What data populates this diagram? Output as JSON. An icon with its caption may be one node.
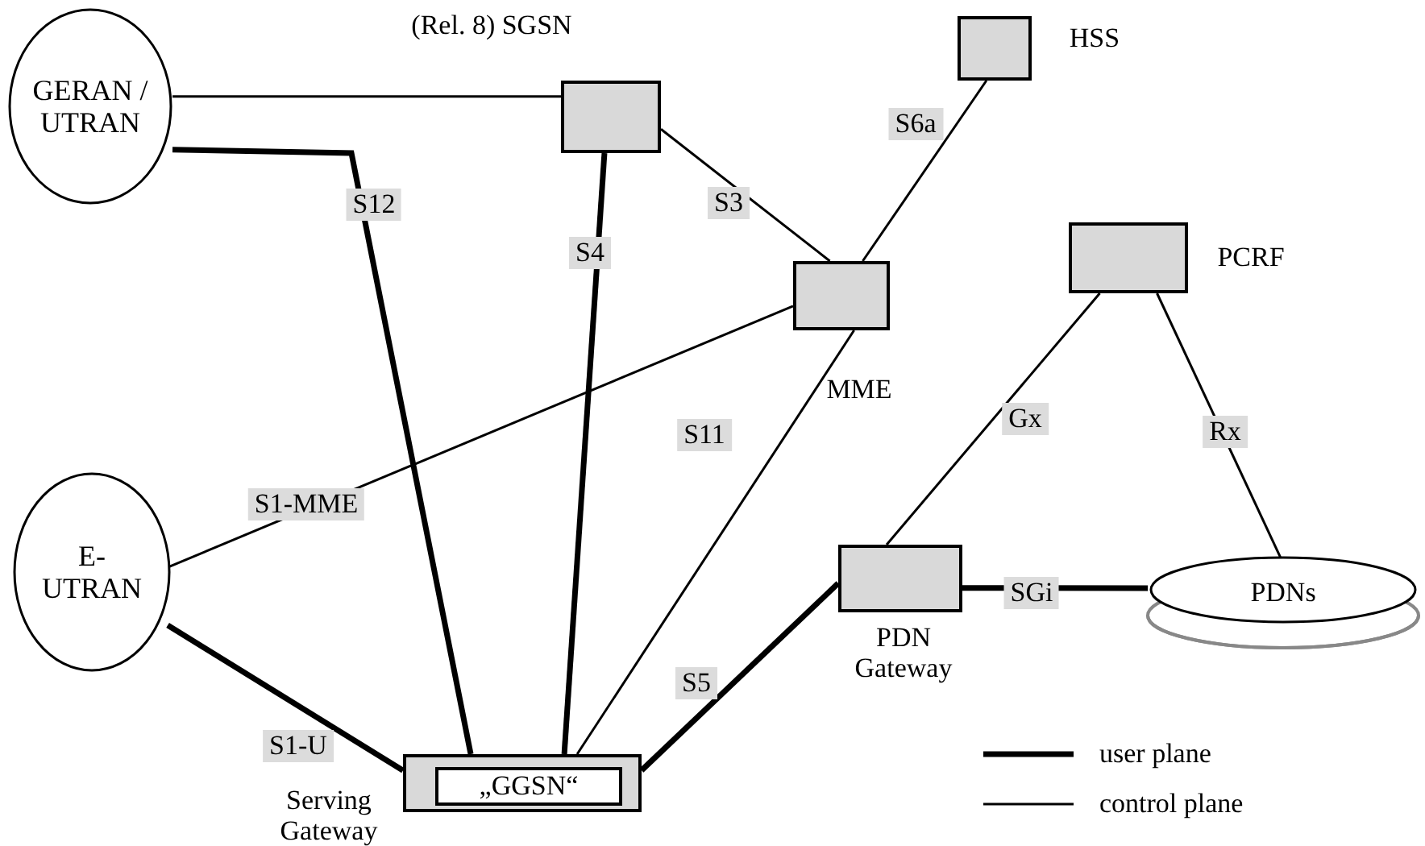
{
  "diagram": {
    "nodes": [
      {
        "text": [
          "GERAN / UTRAN"
        ]
      },
      {
        "text": [
          "(Rel. 8) SGSN"
        ]
      },
      {
        "text": [
          "HSS"
        ]
      },
      {
        "text": [
          "MME"
        ]
      },
      {
        "text": [
          "PCRF"
        ]
      },
      {
        "text": [
          "E-UTRAN"
        ]
      },
      {
        "text": [
          "Serving Gateway"
        ]
      },
      {
        "text": [
          "„GGSN“"
        ],
        "in": 6
      },
      {
        "text": [
          "PDN Gateway"
        ]
      },
      {
        "text": [
          "PDNs"
        ]
      }
    ],
    "edges": [
      {
        "from": 0,
        "to": 6,
        "arrow": "none",
        "label": "S12",
        "style": "thick"
      },
      {
        "from": 1,
        "to": 6,
        "arrow": "none",
        "label": "S4",
        "style": "thick"
      },
      {
        "from": 5,
        "to": 6,
        "arrow": "none",
        "label": "S1-U",
        "style": "thick"
      },
      {
        "from": 6,
        "to": 8,
        "arrow": "none",
        "label": "S5",
        "style": "thick"
      },
      {
        "from": 8,
        "to": 9,
        "arrow": "none",
        "label": "SGi",
        "style": "thick"
      },
      {
        "from": 0,
        "to": 1,
        "arrow": "none"
      },
      {
        "from": 1,
        "to": 3,
        "arrow": "none",
        "label": "S3"
      },
      {
        "from": 2,
        "to": 3,
        "arrow": "none",
        "label": "S6a"
      },
      {
        "from": 5,
        "to": 3,
        "arrow": "none",
        "label": "S1-MME"
      },
      {
        "from": 6,
        "to": 3,
        "arrow": "none",
        "label": "S11"
      },
      {
        "from": 8,
        "to": 4,
        "arrow": "none",
        "label": "Gx"
      },
      {
        "from": 4,
        "to": 9,
        "arrow": "none",
        "label": "Rx"
      }
    ],
    "legend": [
      {
        "text": "user plane"
      },
      {
        "text": "control plane"
      }
    ]
  }
}
